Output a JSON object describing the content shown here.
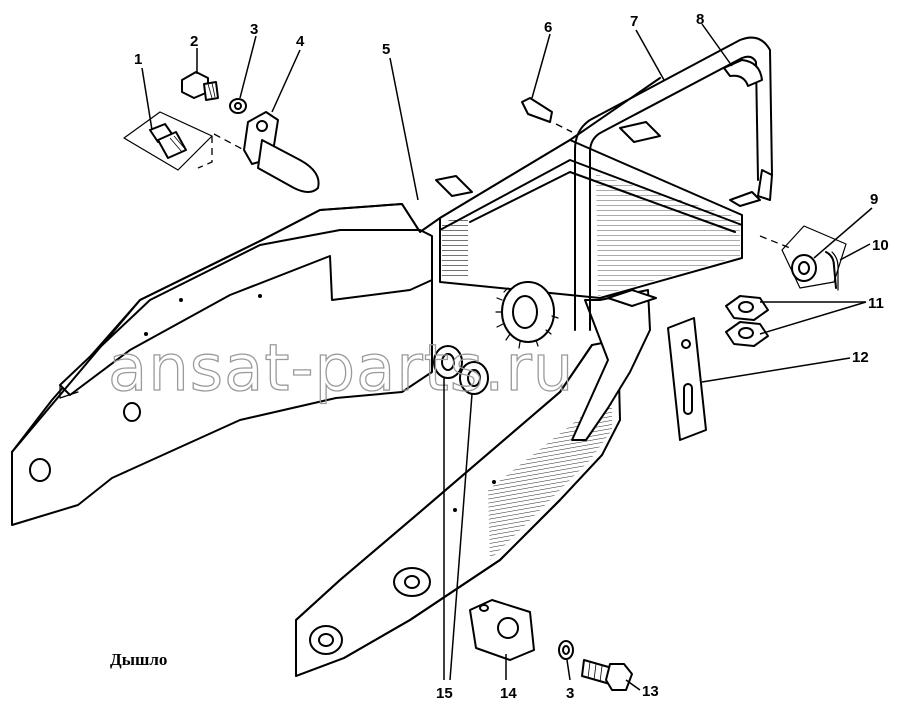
{
  "caption": "Дышло",
  "watermark": "ansat-parts.ru",
  "callouts": [
    {
      "id": "c1",
      "label": "1"
    },
    {
      "id": "c2",
      "label": "2"
    },
    {
      "id": "c3a",
      "label": "3"
    },
    {
      "id": "c4",
      "label": "4"
    },
    {
      "id": "c5",
      "label": "5"
    },
    {
      "id": "c6",
      "label": "6"
    },
    {
      "id": "c7",
      "label": "7"
    },
    {
      "id": "c8",
      "label": "8"
    },
    {
      "id": "c9",
      "label": "9"
    },
    {
      "id": "c10",
      "label": "10"
    },
    {
      "id": "c11",
      "label": "11"
    },
    {
      "id": "c12",
      "label": "12"
    },
    {
      "id": "c13",
      "label": "13"
    },
    {
      "id": "c14",
      "label": "14"
    },
    {
      "id": "c15",
      "label": "15"
    },
    {
      "id": "c3b",
      "label": "3"
    }
  ]
}
